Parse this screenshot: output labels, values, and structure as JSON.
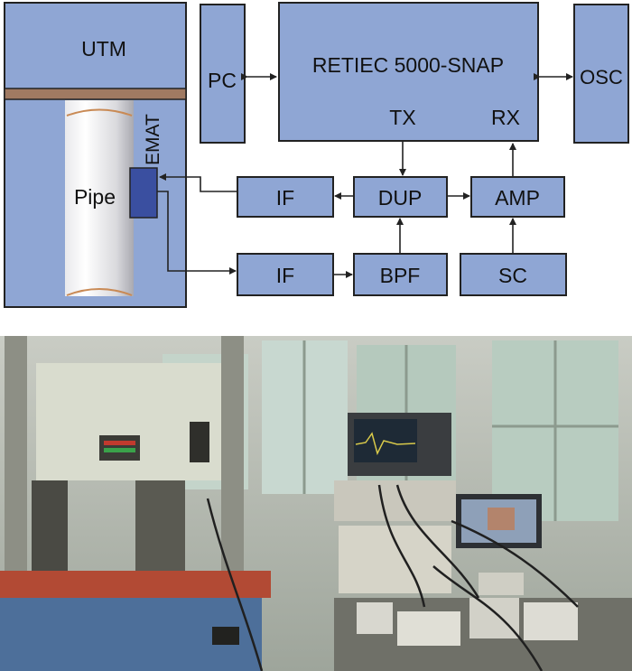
{
  "diagram": {
    "utm_label": "UTM",
    "pipe_label": "Pipe",
    "emat_label": "EMAT",
    "pc_label": "PC",
    "main_label": "RETIEC 5000-SNAP",
    "tx_label": "TX",
    "rx_label": "RX",
    "osc_label": "OSC",
    "if_top_label": "IF",
    "dup_label": "DUP",
    "amp_label": "AMP",
    "if_bottom_label": "IF",
    "bpf_label": "BPF",
    "sc_label": "SC"
  },
  "colors": {
    "box_fill": "#8fa6d4",
    "box_stroke": "#222222",
    "frame_fill": "#8fa6d4",
    "crossbar": "#a07a62",
    "emat_fill": "#3a4fa0",
    "arrow": "#222222"
  }
}
